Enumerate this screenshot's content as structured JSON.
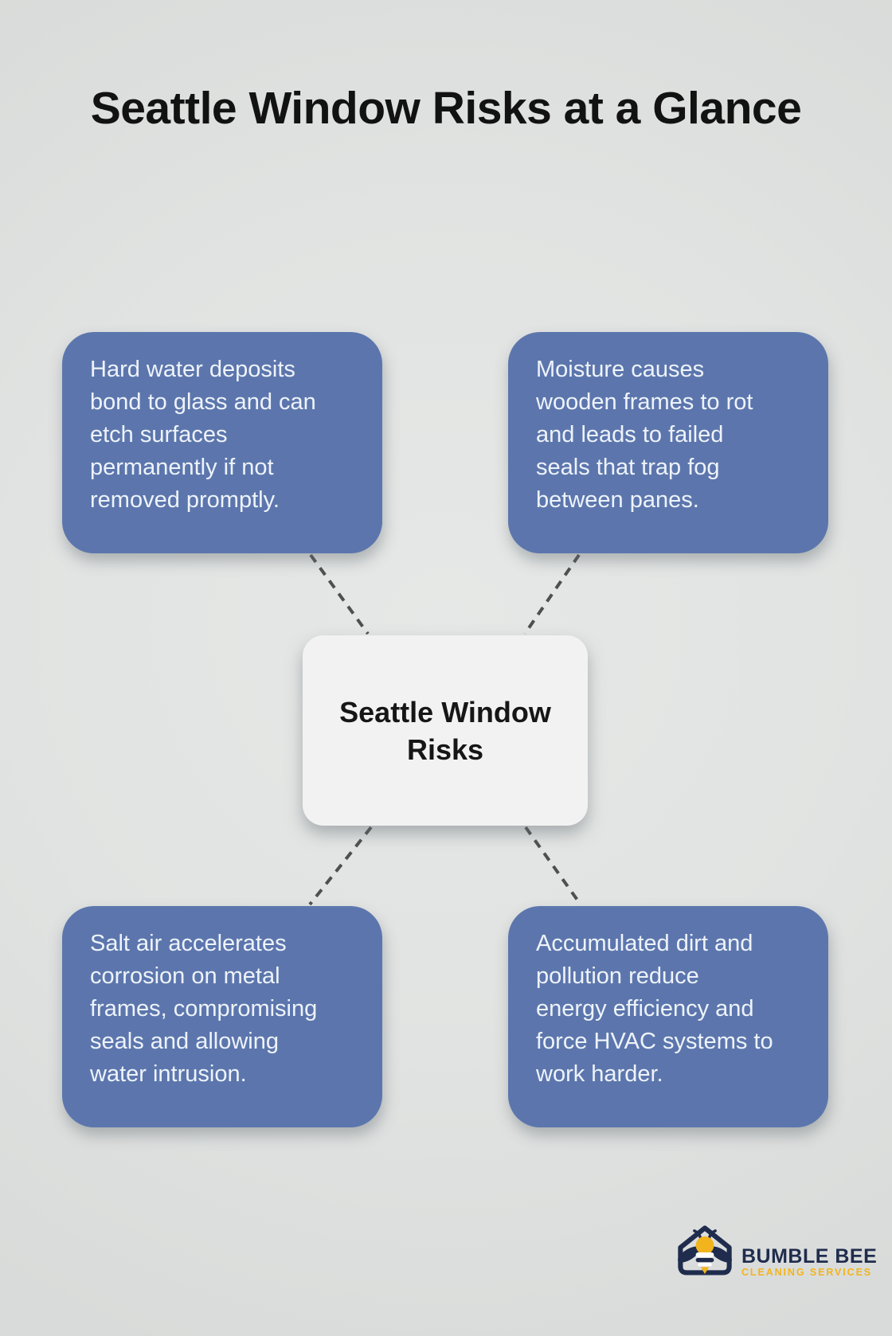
{
  "title": "Seattle Window Risks at a Glance",
  "center_node": {
    "label": "Seattle Window Risks"
  },
  "cards": [
    {
      "id": "hard-water",
      "lines": [
        "Hard water deposits",
        "bond to glass and can",
        "etch surfaces",
        "permanently if not",
        "removed promptly."
      ]
    },
    {
      "id": "moisture",
      "lines": [
        "Moisture causes",
        "wooden frames to rot",
        "and leads to failed",
        "seals that trap fog",
        "between panes."
      ]
    },
    {
      "id": "salt-air",
      "lines": [
        "Salt air accelerates",
        "corrosion on metal",
        "frames, compromising",
        "seals and allowing",
        "water intrusion."
      ]
    },
    {
      "id": "dirt-pollution",
      "lines": [
        "Accumulated dirt and",
        "pollution reduce",
        "energy efficiency and",
        "force HVAC systems to",
        "work harder."
      ]
    }
  ],
  "logo": {
    "icon": "house-bee-icon",
    "name": "BUMBLE BEE",
    "tagline": "CLEANING SERVICES"
  },
  "colors": {
    "background": "#e1e3e2",
    "card": "#5c76ad",
    "card_text": "#eef3f9",
    "node_bg": "#f1f2f1",
    "text": "#121212",
    "connector": "#4d4f50",
    "logo_navy": "#1f2c4d",
    "logo_yellow": "#f2b41c"
  }
}
